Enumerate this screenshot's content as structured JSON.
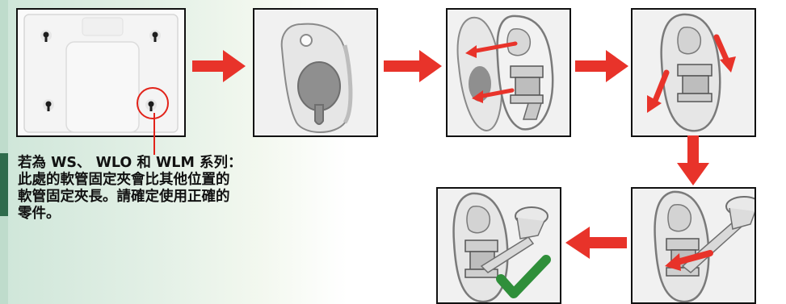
{
  "note": {
    "line1": "若為 WS、 WLO 和 WLM 系列：",
    "line2": "此處的軟管固定夾會比其他位置的",
    "line3": "軟管固定夾長。請確定使用正確的",
    "line4": "零件。"
  },
  "colors": {
    "arrow_red": "#e8332a",
    "check_green": "#2f8f3a",
    "accent_green": "#2f6b4c"
  },
  "icons": [
    "arrow-right-icon",
    "arrow-down-icon",
    "arrow-left-icon",
    "checkmark-icon"
  ]
}
